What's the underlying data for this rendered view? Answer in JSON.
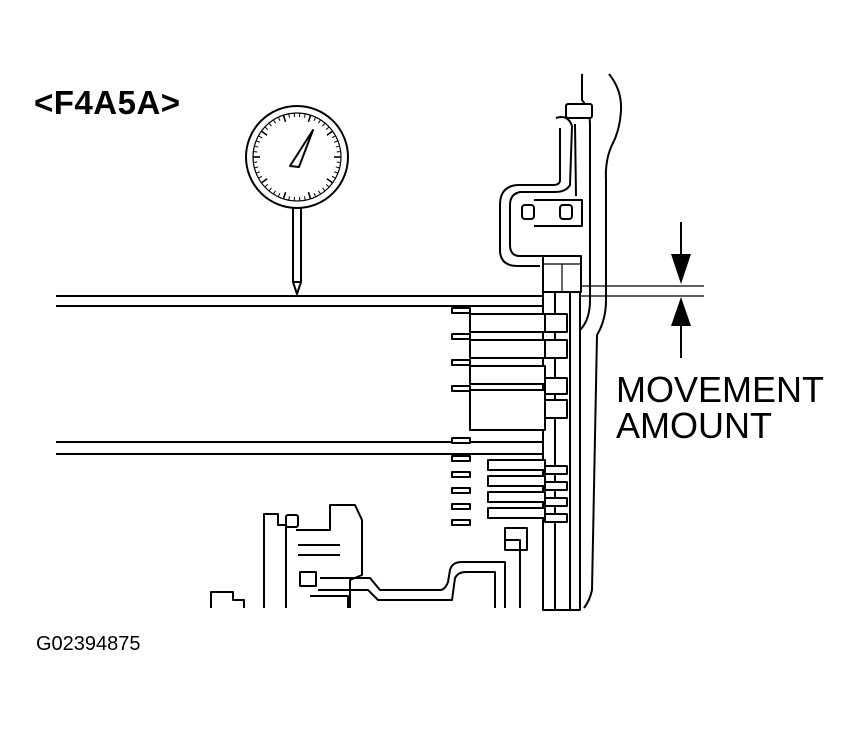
{
  "title": "<F4A5A>",
  "callout": {
    "line1": "MOVEMENT",
    "line2": "AMOUNT"
  },
  "figure_code": "G02394875"
}
